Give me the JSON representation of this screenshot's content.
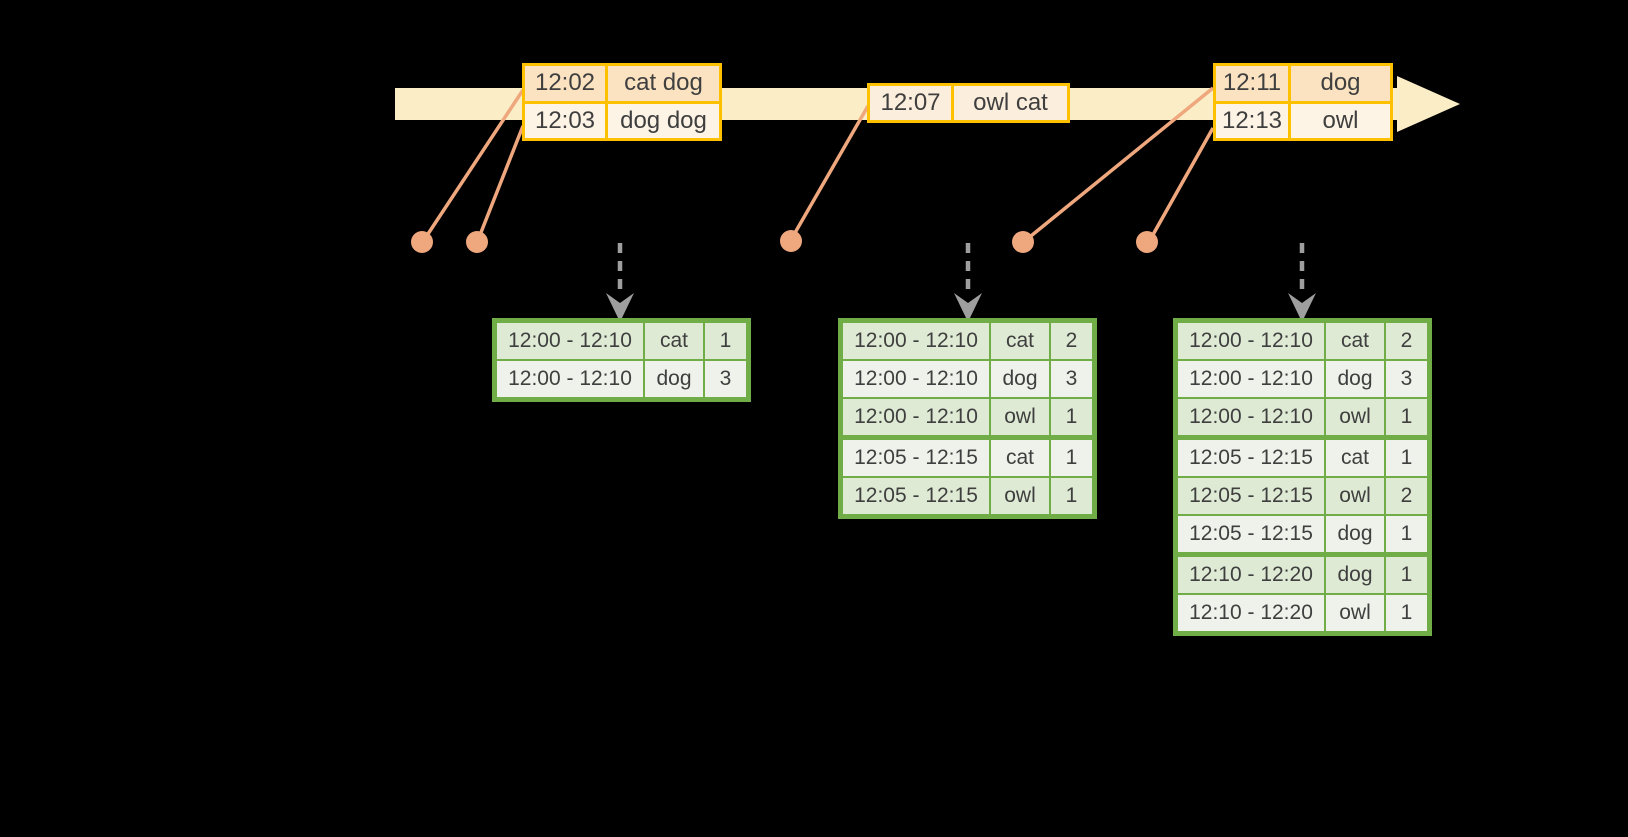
{
  "colors": {
    "background": "#000000",
    "timeline_fill": "#FBEEC6",
    "event_table_border": "#FFC000",
    "event_row_dark": "#FBE3C2",
    "event_row_light": "#FDF4E5",
    "event_row_mid": "#FCEEDC",
    "connector_salmon": "#EFA77D",
    "result_table_border": "#70AD47",
    "result_row_dark": "#DEEAD4",
    "result_row_light": "#EEF2EA",
    "trigger_arrow_gray": "#9E9E9E",
    "text": "#3F3F3F"
  },
  "event_tables": [
    {
      "rows": [
        {
          "time": "12:02",
          "words": "cat dog"
        },
        {
          "time": "12:03",
          "words": "dog dog"
        }
      ]
    },
    {
      "rows": [
        {
          "time": "12:07",
          "words": "owl cat"
        }
      ]
    },
    {
      "rows": [
        {
          "time": "12:11",
          "words": "dog"
        },
        {
          "time": "12:13",
          "words": "owl"
        }
      ]
    }
  ],
  "result_tables": [
    {
      "rows": [
        {
          "window": "12:00 - 12:10",
          "word": "cat",
          "count": "1"
        },
        {
          "window": "12:00 - 12:10",
          "word": "dog",
          "count": "3"
        }
      ]
    },
    {
      "rows": [
        {
          "window": "12:00 - 12:10",
          "word": "cat",
          "count": "2"
        },
        {
          "window": "12:00 - 12:10",
          "word": "dog",
          "count": "3"
        },
        {
          "window": "12:00 - 12:10",
          "word": "owl",
          "count": "1"
        },
        {
          "window": "12:05 - 12:15",
          "word": "cat",
          "count": "1"
        },
        {
          "window": "12:05 - 12:15",
          "word": "owl",
          "count": "1"
        }
      ]
    },
    {
      "rows": [
        {
          "window": "12:00 - 12:10",
          "word": "cat",
          "count": "2"
        },
        {
          "window": "12:00 - 12:10",
          "word": "dog",
          "count": "3"
        },
        {
          "window": "12:00 - 12:10",
          "word": "owl",
          "count": "1"
        },
        {
          "window": "12:05 - 12:15",
          "word": "cat",
          "count": "1"
        },
        {
          "window": "12:05 - 12:15",
          "word": "owl",
          "count": "2"
        },
        {
          "window": "12:05 - 12:15",
          "word": "dog",
          "count": "1"
        },
        {
          "window": "12:10 - 12:20",
          "word": "dog",
          "count": "1"
        },
        {
          "window": "12:10 - 12:20",
          "word": "owl",
          "count": "1"
        }
      ]
    }
  ]
}
